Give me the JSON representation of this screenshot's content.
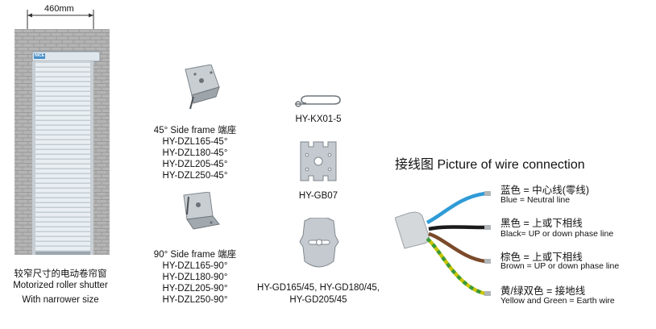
{
  "shutter": {
    "dimension": "460mm",
    "caption_cn": "较窄尺寸的电动卷帘窗",
    "caption_en_1": "Motorized roller shutter",
    "caption_en_2": "With narrower size",
    "logo_text": "NICE"
  },
  "bracket_45": {
    "title": "45° Side frame 端座",
    "models": [
      "HY-DZL165-45°",
      "HY-DZL180-45°",
      "HY-DZL205-45°",
      "HY-DZL250-45°"
    ]
  },
  "bracket_90": {
    "title": "90° Side frame 端座",
    "models": [
      "HY-DZL165-90°",
      "HY-DZL180-90°",
      "HY-DZL205-90°",
      "HY-DZL250-90°"
    ]
  },
  "clip": {
    "label": "HY-KX01-5"
  },
  "plate": {
    "label": "HY-GB07"
  },
  "clamp": {
    "line1": "HY-GD165/45, HY-GD180/45,",
    "line2": "HY-GD205/45"
  },
  "wiring": {
    "title": "接线图 Picture of wire connection",
    "wires": [
      {
        "cn": "蓝色 = 中心线(零线)",
        "en": "Blue = Neutral line",
        "color": "#2f9bd6"
      },
      {
        "cn": "黑色 = 上或下相线",
        "en": "Black= UP or down phase line",
        "color": "#1a1a1a"
      },
      {
        "cn": "棕色 = 上或下相线",
        "en": "Brown = UP or down phase line",
        "color": "#7a4a2a"
      },
      {
        "cn": "黄/绿双色 = 接地线",
        "en": "Yellow and Green = Earth wire",
        "color": "#c8c400"
      }
    ]
  }
}
